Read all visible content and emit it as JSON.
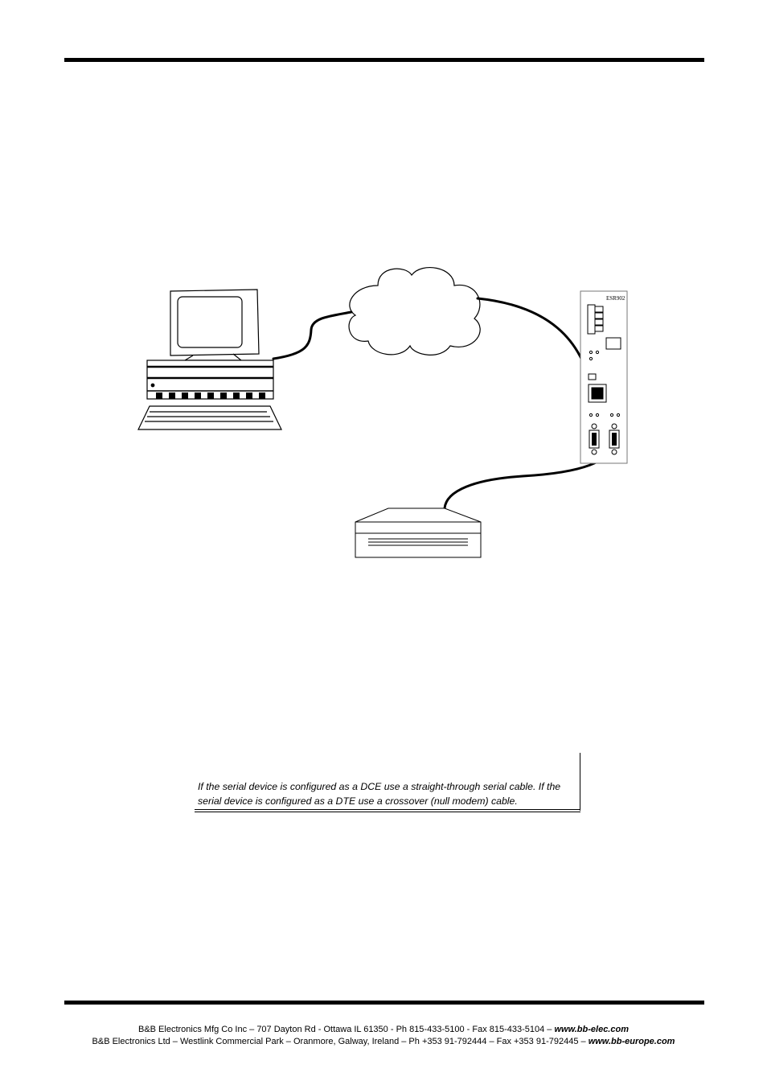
{
  "device": {
    "label": "ESR902"
  },
  "note": {
    "text": "If the serial device is configured as a DCE use a straight-through serial cable. If the serial device is configured as a DTE use a crossover (null modem) cable."
  },
  "footer": {
    "line1_text": "B&B Electronics Mfg Co Inc – 707 Dayton Rd - Ottawa IL 61350 - Ph 815-433-5100 - Fax 815-433-5104 – ",
    "line1_web": "www.bb-elec.com",
    "line2_text": "B&B Electronics Ltd – Westlink Commercial Park – Oranmore, Galway, Ireland – Ph +353 91-792444 – Fax +353 91-792445 – ",
    "line2_web": "www.bb-europe.com"
  }
}
